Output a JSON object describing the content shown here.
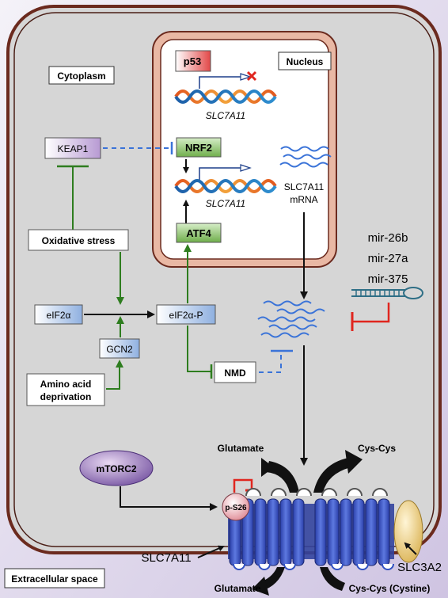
{
  "regions": {
    "cytoplasm": "Cytoplasm",
    "nucleus": "Nucleus",
    "extracellular": "Extracellular space"
  },
  "nodes": {
    "p53": "p53",
    "slc7a11_gene_top": "SLC7A11",
    "nrf2": "NRF2",
    "slc7a11_gene_mid": "SLC7A11",
    "atf4": "ATF4",
    "mrna_line1": "SLC7A11",
    "mrna_line2": "mRNA",
    "keap1": "KEAP1",
    "oxidative_stress": "Oxidative stress",
    "eif2a": "eIF2α",
    "eif2a_p": "eIF2α-P",
    "gcn2": "GCN2",
    "amino_line1": "Amino acid",
    "amino_line2": "deprivation",
    "nmd": "NMD",
    "mir_26b": "mir-26b",
    "mir_27a": "mir-27a",
    "mir_375": "mir-375",
    "mtorc2": "mTORC2",
    "ps26": "p-S26",
    "glutamate_in": "Glutamate",
    "cyscys_out": "Cys-Cys",
    "glutamate_out": "Glutamate",
    "cyscys_cystine": "Cys-Cys (Cystine)",
    "slc7a11_label": "SLC7A11",
    "slc3a2_label": "SLC3A2"
  },
  "colors": {
    "background": "#d9d2e6",
    "cell": "#d6d6d6",
    "cell_border": "#6b2a1e",
    "nucleus_ring": "#e9b8a4",
    "activation": "#2e7d1f",
    "inhibition_red": "#e0261f",
    "inhibition_blue": "#3a73d8",
    "protein_blue": "#3f55c8",
    "slc3a2": "#efd48a"
  }
}
